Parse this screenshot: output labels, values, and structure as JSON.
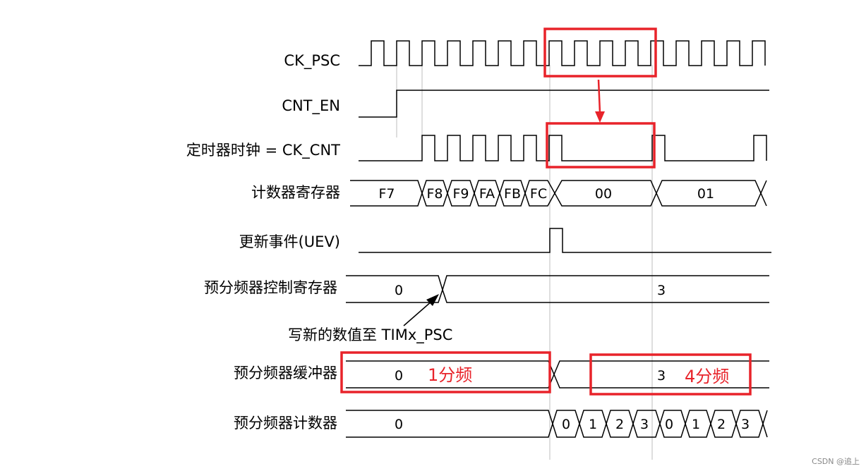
{
  "signals": {
    "ck_psc": "CK_PSC",
    "cnt_en": "CNT_EN",
    "timer_clock": "定时器时钟 = CK_CNT",
    "counter_register": "计数器寄存器",
    "update_event": "更新事件(UEV)",
    "prescaler_control_register": "预分频器控制寄存器",
    "prescaler_buffer": "预分频器缓冲器",
    "prescaler_counter": "预分频器计数器"
  },
  "counter_values": [
    "F7",
    "F8",
    "F9",
    "FA",
    "FB",
    "FC",
    "00",
    "01"
  ],
  "prescaler_control_values": [
    "0",
    "3"
  ],
  "prescaler_buffer_values": [
    "0",
    "3"
  ],
  "prescaler_counter_values": [
    "0",
    "0",
    "1",
    "2",
    "3",
    "0",
    "1",
    "2",
    "3"
  ],
  "annotations": {
    "write_note": "写新的数值至 TIMx_PSC",
    "div1": "1分频",
    "div4": "4分频"
  },
  "watermark": "CSDN @追上",
  "colors": {
    "highlight": "#e8232a",
    "wave": "#000000",
    "guide": "#c8c8c8"
  }
}
